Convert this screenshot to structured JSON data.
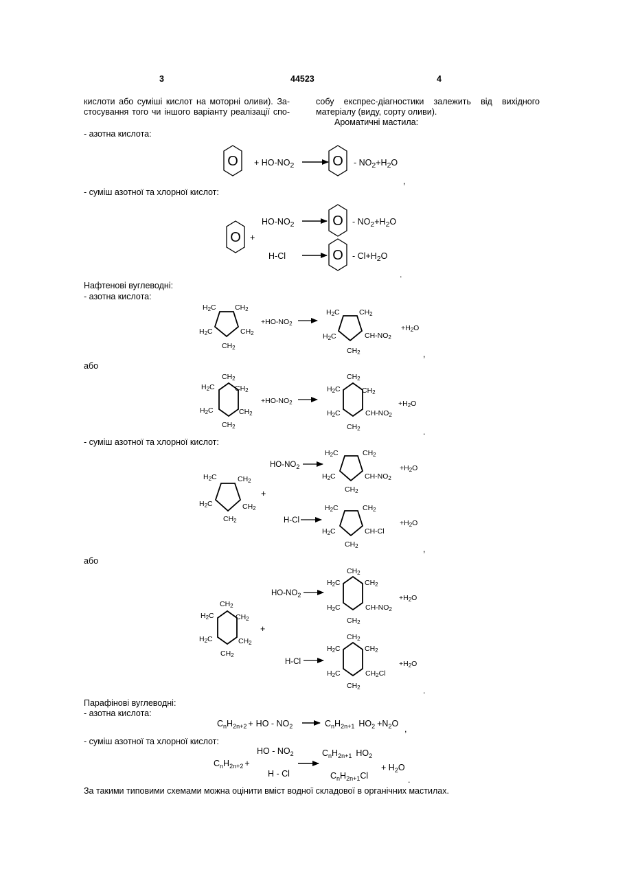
{
  "header": {
    "left_page": "3",
    "patent_number": "44523",
    "right_page": "4"
  },
  "intro": {
    "left_line1": "кислоти або суміші кислот на моторні оливи). За-",
    "left_line2": "стосування того чи іншого варіанту реалізації спо-",
    "right_line1": "собу експрес-діагностики залежить від вихідного",
    "right_line2": "матеріалу (виду, сорту оливи).",
    "aromatic_heading": "Ароматичні мастила:"
  },
  "labels": {
    "nitric_acid": "- азотна кислота:",
    "nitric_hcl_mix": "- суміш азотної та хлорної кислот:",
    "naphthenic": "Нафтенові вуглеводні:",
    "or": "або",
    "paraffinic": "Парафінові вуглеводні:"
  },
  "chem": {
    "ring_letter": "O",
    "plus": "+",
    "plus_h2o": "+H",
    "ho_no2_plain": "+ HO-NO",
    "ho_no2": "HO-NO",
    "ho_no2_react": "+HO-NO",
    "h_cl": "H-Cl",
    "no2_h2o": "- NO",
    "cl_h2o": "- Cl+H",
    "h2c": "H",
    "ch2": "CH",
    "ch_no2": "CH-NO",
    "ch_cl": "CH-Cl",
    "ch2cl": "CH",
    "sub2": "2",
    "c": "C",
    "cc": "C",
    "sub_n": "n",
    "sub_2n2": "2n+2",
    "sub_2n1": "2n+1",
    "ho_no2_spaced": "HO - NO",
    "h_cl_spaced": "H - Cl",
    "ho2": "HO",
    "n2o": "+N",
    "o": "O",
    "cl": "Cl",
    "plus_h2o_sp": "+ H",
    "comma": ",",
    "period": "."
  },
  "conclusion": "За такими типовими схемами можна оцінити вміст водної складової в органічних мастилах."
}
